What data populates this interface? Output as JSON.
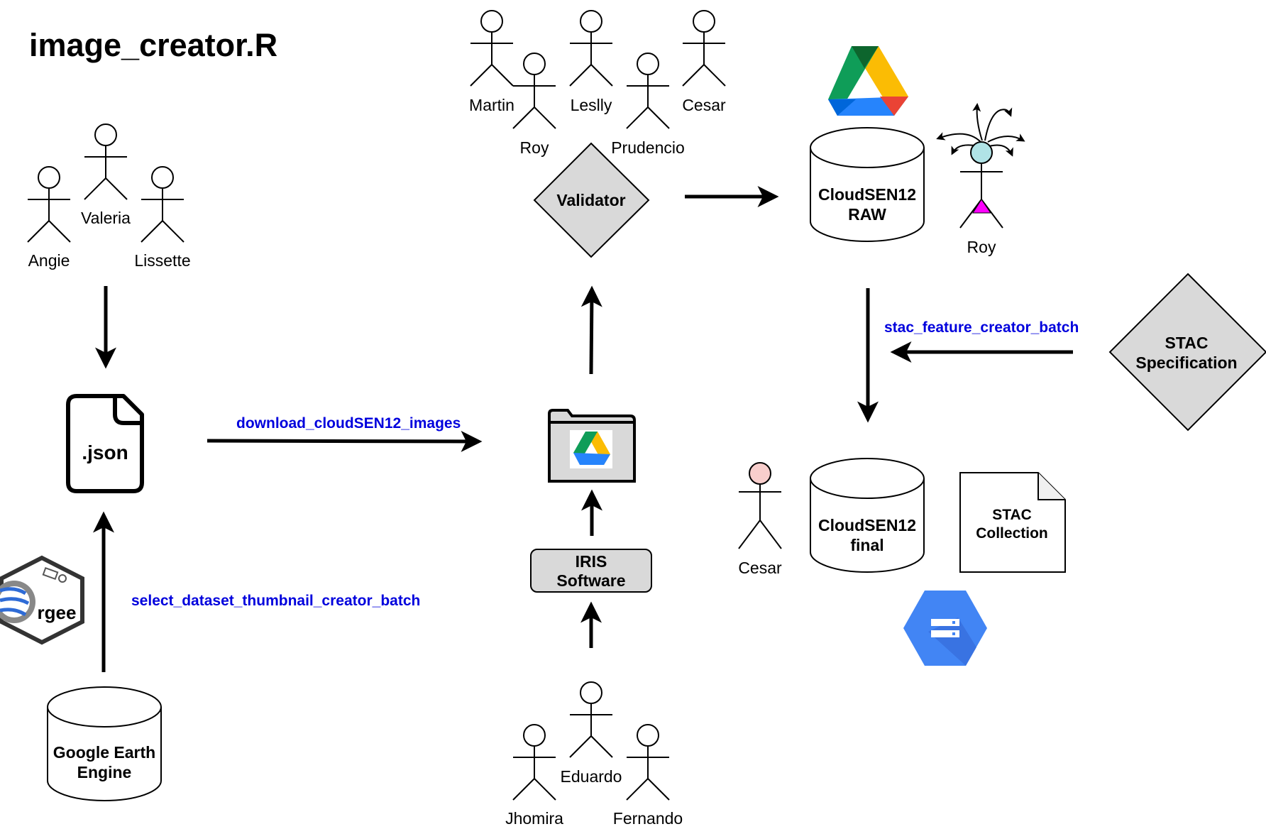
{
  "title": "image_creator.R",
  "actors": {
    "angie": "Angie",
    "valeria": "Valeria",
    "lissette": "Lissette",
    "martin": "Martin",
    "roy_top": "Roy",
    "leslly": "Leslly",
    "prudencio": "Prudencio",
    "cesar_top": "Cesar",
    "roy_right": "Roy",
    "cesar_bottom": "Cesar",
    "jhomira": "Jhomira",
    "eduardo": "Eduardo",
    "fernando": "Fernando"
  },
  "nodes": {
    "json_file": ".json",
    "rgee_logo": "rgee",
    "gee_db": [
      "Google Earth",
      "Engine"
    ],
    "validator": "Validator",
    "iris": [
      "IRIS",
      "Software"
    ],
    "cloudsen12_raw": [
      "CloudSEN12",
      "RAW"
    ],
    "cloudsen12_final": [
      "CloudSEN12",
      "final"
    ],
    "stac_collection": [
      "STAC",
      "Collection"
    ],
    "stac_spec": [
      "STAC",
      "Specification"
    ]
  },
  "functions": {
    "download": "download_cloudSEN12_images",
    "select_thumbnail": "select_dataset_thumbnail_creator_batch",
    "stac_feature": "stac_feature_creator_batch"
  },
  "colors": {
    "function_label": "#0000dd",
    "diamond_fill": "#d9d9d9",
    "roy_head": "#b0e3e6",
    "roy_marker": "#ff00ff",
    "cesar_head": "#f8cecc",
    "gcs_blue": "#4285f4",
    "drive_green": "#0f9d58",
    "drive_yellow": "#fbbc04",
    "drive_blue": "#2684fc"
  }
}
